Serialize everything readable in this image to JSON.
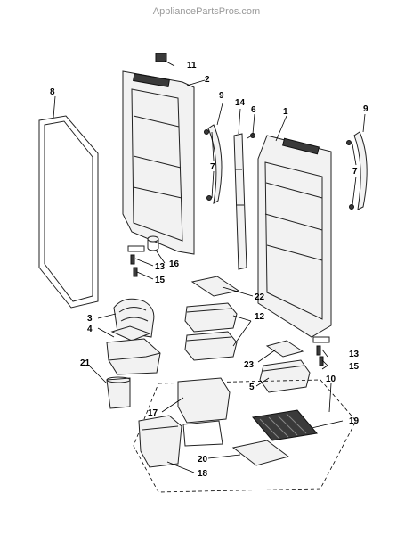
{
  "diagram": {
    "watermark": "AppliancePartsPros.com",
    "callouts": {
      "c1": "1",
      "c2": "2",
      "c3": "3",
      "c4": "4",
      "c5": "5",
      "c6": "6",
      "c7a": "7",
      "c7b": "7",
      "c8": "8",
      "c9a": "9",
      "c9b": "9",
      "c10": "10",
      "c11": "11",
      "c12": "12",
      "c13a": "13",
      "c13b": "13",
      "c14": "14",
      "c15a": "15",
      "c15b": "15",
      "c16": "16",
      "c17": "17",
      "c18": "18",
      "c19": "19",
      "c20": "20",
      "c21": "21",
      "c22": "22",
      "c23": "23"
    }
  }
}
